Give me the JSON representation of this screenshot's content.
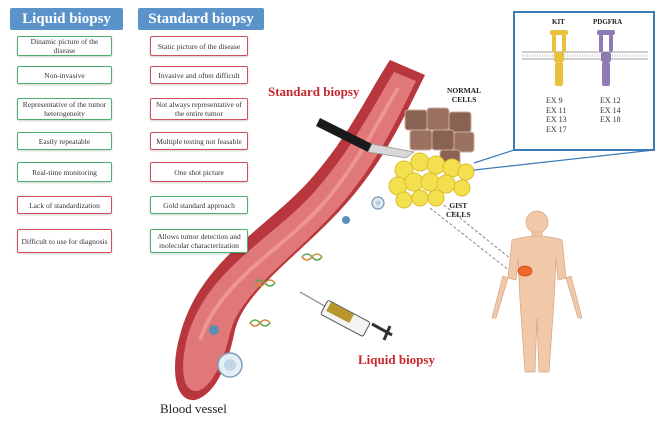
{
  "liquid": {
    "header": "Liquid biopsy",
    "items": [
      {
        "text": "Dinamic picture of the disease",
        "tone": "green"
      },
      {
        "text": "Non-invasive",
        "tone": "green"
      },
      {
        "text": "Representative of the tumor heterogeneity",
        "tone": "green"
      },
      {
        "text": "Easily repeatable",
        "tone": "green"
      },
      {
        "text": "Real-time monitoring",
        "tone": "green"
      },
      {
        "text": "Lack of standardization",
        "tone": "red"
      },
      {
        "text": "Difficult to use for diagnosis",
        "tone": "red"
      }
    ]
  },
  "standard": {
    "header": "Standard biopsy",
    "items": [
      {
        "text": "Static picture of the disease",
        "tone": "red"
      },
      {
        "text": "Invasive and often difficult",
        "tone": "red"
      },
      {
        "text": "Not always representative of the entire tumor",
        "tone": "red"
      },
      {
        "text": "Multiple testing not feasable",
        "tone": "red"
      },
      {
        "text": "One shot picture",
        "tone": "red"
      },
      {
        "text": "Gold standard approach",
        "tone": "green"
      },
      {
        "text": "Allows tumor detection and molecular characterization",
        "tone": "green"
      }
    ]
  },
  "illustration": {
    "standard_label": "Standard biopsy",
    "liquid_label": "Liquid biopsy",
    "normal_cells_line1": "NORMAL",
    "normal_cells_line2": "CELLS",
    "gist_cells_line1": "GIST",
    "gist_cells_line2": "CELLS",
    "vessel_label": "Blood vessel"
  },
  "receptors": {
    "kit": {
      "name": "KIT",
      "exons": [
        "EX 9",
        "EX 11",
        "EX 13",
        "EX 17"
      ]
    },
    "pdgfra": {
      "name": "PDGFRA",
      "exons": [
        "EX 12",
        "EX 14",
        "EX 18"
      ]
    }
  },
  "colors": {
    "header_blue": "#5a93c9",
    "pro_green": "#4fae6a",
    "con_red": "#d0505a",
    "vessel_red": "#c94a4e",
    "kit_yellow": "#e8c23a",
    "pdgfra_purple": "#8e7bb5",
    "inset_border": "#3d7bb5"
  }
}
